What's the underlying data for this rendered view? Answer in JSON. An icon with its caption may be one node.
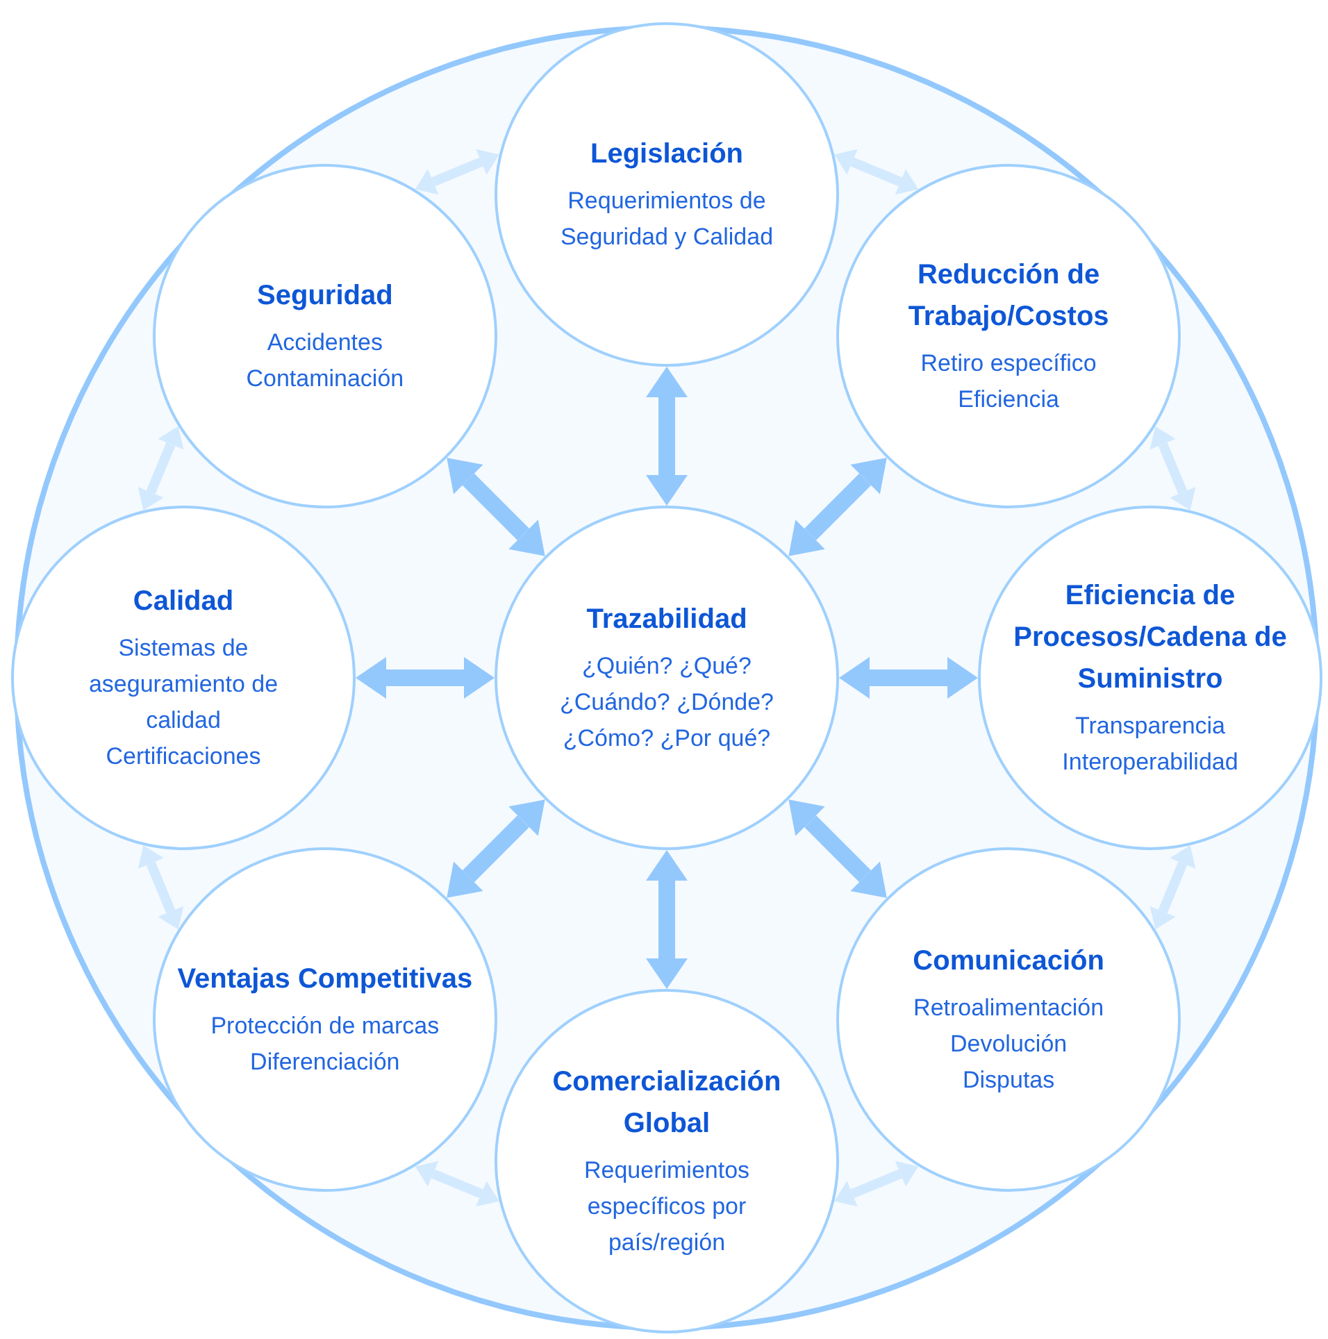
{
  "diagram": {
    "nodes": [
      {
        "text": [
          "Legislación",
          "Requerimientos de Seguridad y Calidad"
        ]
      },
      {
        "text": [
          "Seguridad",
          "Accidentes",
          "Contaminación"
        ]
      },
      {
        "text": [
          "Reducción de Trabajo/Costos",
          "Retiro específico",
          "Eficiencia"
        ]
      },
      {
        "text": [
          "Calidad",
          "Sistemas de aseguramiento de calidad",
          "Certificaciones"
        ]
      },
      {
        "text": [
          "Trazabilidad",
          "¿Quién? ¿Qué?",
          "¿Cuándo? ¿Dónde?",
          "¿Cómo? ¿Por qué?"
        ]
      },
      {
        "text": [
          "Eficiencia de Procesos/Cadena de Suministro",
          "Transparencia",
          "Interoperabilidad"
        ]
      },
      {
        "text": [
          "Ventajas Competitivas",
          "Protección de marcas",
          "Diferenciación"
        ]
      },
      {
        "text": [
          "Comunicación",
          "Retroalimentación",
          "Devolución",
          "Disputas"
        ]
      },
      {
        "text": [
          "Comercialización Global",
          "Requerimientos específicos por país/región"
        ]
      }
    ],
    "edges": [
      {
        "from": 4,
        "to": 0,
        "arrow": "both"
      },
      {
        "from": 4,
        "to": 2,
        "arrow": "both"
      },
      {
        "from": 4,
        "to": 5,
        "arrow": "both"
      },
      {
        "from": 4,
        "to": 7,
        "arrow": "both"
      },
      {
        "from": 4,
        "to": 8,
        "arrow": "both"
      },
      {
        "from": 4,
        "to": 6,
        "arrow": "both"
      },
      {
        "from": 4,
        "to": 3,
        "arrow": "both"
      },
      {
        "from": 4,
        "to": 1,
        "arrow": "both"
      },
      {
        "from": 1,
        "to": 0,
        "arrow": "both",
        "color": "#d3e9fe"
      },
      {
        "from": 0,
        "to": 2,
        "arrow": "both",
        "color": "#d3e9fe"
      },
      {
        "from": 2,
        "to": 5,
        "arrow": "both",
        "color": "#d3e9fe"
      },
      {
        "from": 5,
        "to": 7,
        "arrow": "both",
        "color": "#d3e9fe"
      },
      {
        "from": 7,
        "to": 8,
        "arrow": "both",
        "color": "#d3e9fe"
      },
      {
        "from": 8,
        "to": 6,
        "arrow": "both",
        "color": "#d3e9fe"
      },
      {
        "from": 6,
        "to": 3,
        "arrow": "both",
        "color": "#d3e9fe"
      },
      {
        "from": 3,
        "to": 1,
        "arrow": "both",
        "color": "#d3e9fe"
      }
    ]
  }
}
